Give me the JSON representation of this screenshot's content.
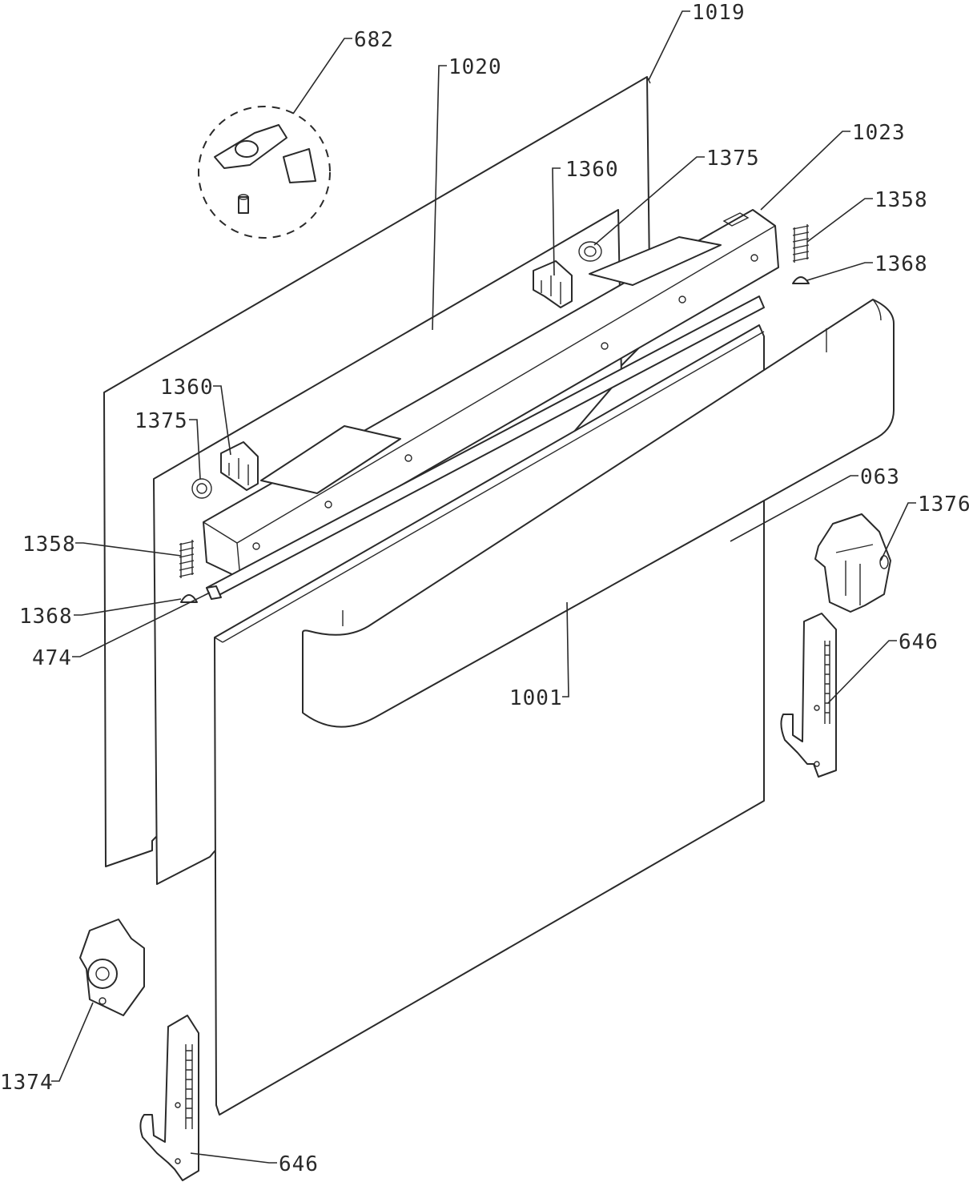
{
  "labels": {
    "l682": "682",
    "l1020": "1020",
    "l1019": "1019",
    "l1360_top": "1360",
    "l1375_top": "1375",
    "l1023": "1023",
    "l1358_right": "1358",
    "l1368_right": "1368",
    "l1360_left": "1360",
    "l1375_left": "1375",
    "l063": "063",
    "l1376": "1376",
    "l1358_left": "1358",
    "l1368_left": "1368",
    "l474": "474",
    "l646_right": "646",
    "l1001": "1001",
    "l1374": "1374",
    "l646_bottom": "646"
  }
}
